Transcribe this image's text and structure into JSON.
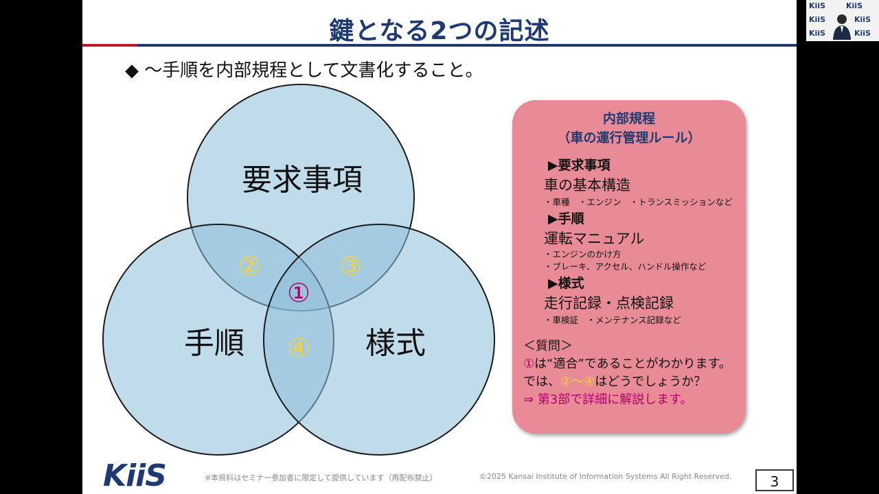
{
  "slide": {
    "title": "鍵となる2つの記述",
    "bullet": "◆ ～手順を内部規程として文書化すること。",
    "venn": {
      "top": "要求事項",
      "left": "手順",
      "right": "様式",
      "n1": "①",
      "n2": "②",
      "n3": "③",
      "n4": "④"
    },
    "box": {
      "title1": "内部規程",
      "title2": "（車の運行管理ルール）",
      "s1_head": "▶要求事項",
      "s1_main": "車の基本構造",
      "s1_sub": "・車種　・エンジン　・トランスミッションなど",
      "s2_head": "▶手順",
      "s2_main": "運転マニュアル",
      "s2_sub1": "・エンジンのかけ方",
      "s2_sub2": "・ブレーキ、アクセル、ハンドル操作など",
      "s3_head": "▶様式",
      "s3_main": "走行記録・点検記録",
      "s3_sub": "・車検証　・メンテナンス記録など",
      "q_head": "＜質問＞",
      "q1_num": "①",
      "q1_text": "は“適合”であることがわかります。",
      "q2_pre": "では、",
      "q2_nums": "②～④",
      "q2_post": "はどうでしょうか？",
      "q3": "⇒ 第3部で詳細に解説します。"
    },
    "footer_note": "※本資料はセミナー参加者に限定して提供しています（再配布禁止）",
    "footer_copy": "©2025 Kansai Institute of Information Systems All Right Reserved.",
    "page_number": "3",
    "logo": "KiiS"
  },
  "thumbnail": {
    "logo_text": "KiiS"
  },
  "colors": {
    "circle": "#8dbdd8",
    "navy": "#1f3a72",
    "box": "#e98b97",
    "magenta": "#b3006b",
    "yellow": "#f4d23a"
  }
}
